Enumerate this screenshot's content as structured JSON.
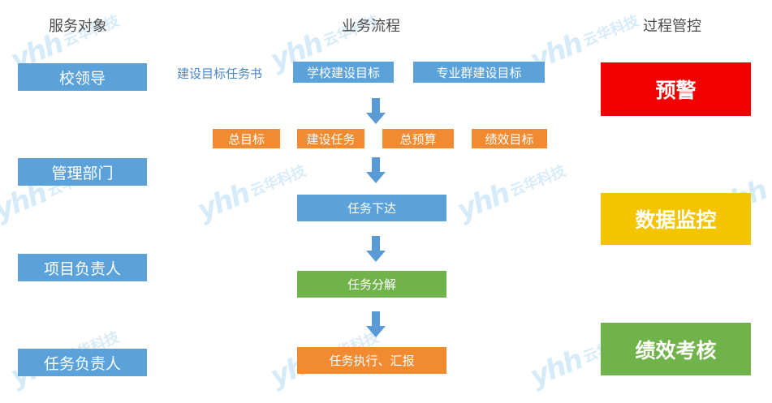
{
  "headers": {
    "left": "服务对象",
    "middle": "业务流程",
    "right": "过程管控"
  },
  "service_objects": [
    "校领导",
    "管理部门",
    "项目负责人",
    "任务负责人"
  ],
  "flow": {
    "doc_label": "建设目标任务书",
    "top_goals": [
      "学校建设目标",
      "专业群建设目标"
    ],
    "sub_goals": [
      "总目标",
      "建设任务",
      "总预算",
      "绩效目标"
    ],
    "steps": [
      "任务下达",
      "任务分解",
      "任务执行、汇报"
    ]
  },
  "controls": [
    {
      "label": "预警",
      "color": "#f20000"
    },
    {
      "label": "数据监控",
      "color": "#f5c400"
    },
    {
      "label": "绩效考核",
      "color": "#71b34b"
    }
  ],
  "watermark": {
    "brand": "云华科技",
    "mark": "yhh"
  },
  "colors": {
    "blue": "#5ba2db",
    "orange": "#f18a30",
    "green": "#71b34b",
    "arrow": "#5b9bd5"
  }
}
